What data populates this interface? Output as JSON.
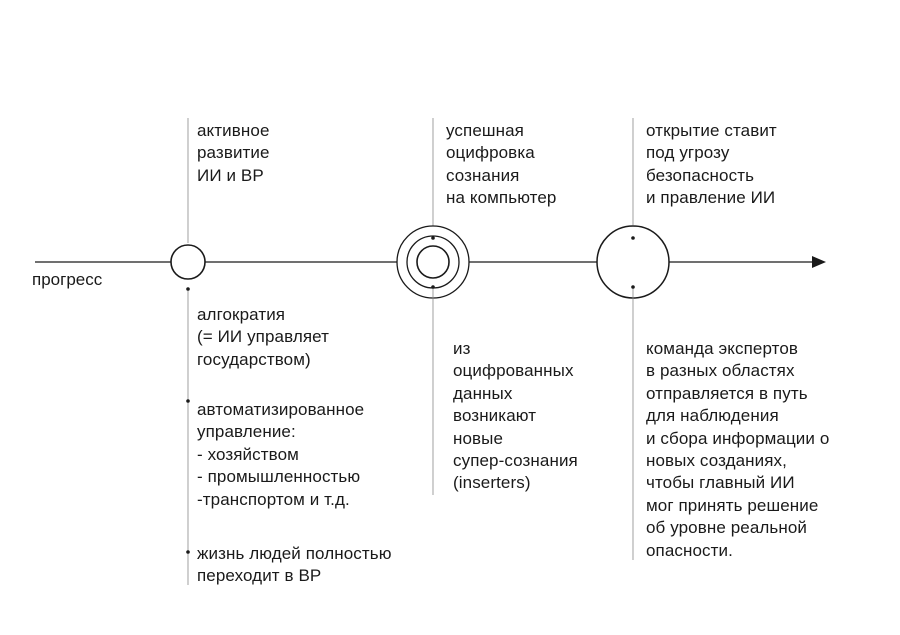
{
  "axis": {
    "label": "прогресс"
  },
  "milestones": [
    {
      "top_text": "активное\nразвитие\nИИ и ВР",
      "bottom_blocks": [
        "алгократия\n(= ИИ управляет\nгосударством)",
        "автоматизированное\nуправление:\n- хозяйством\n- промышленностью\n-транспортом и т.д.",
        "жизнь людей полностью\nпереходит в ВР"
      ]
    },
    {
      "top_text": "успешная\nоцифровка\nсознания\nна компьютер",
      "bottom_blocks": [
        "из\nоцифрованных\nданных\nвозникают\nновые\nсупер-сознания\n(inserters)"
      ]
    },
    {
      "top_text": "открытие ставит\nпод угрозу\nбезопасность\nи правление ИИ",
      "bottom_blocks": [
        "команда экспертов\nв разных областях\nотправляется в путь\nдля наблюдения\nи сбора информации о\nновых созданиях,\nчтобы главный ИИ\nмог принять решение\nоб уровне реальной\nопасности."
      ]
    }
  ]
}
